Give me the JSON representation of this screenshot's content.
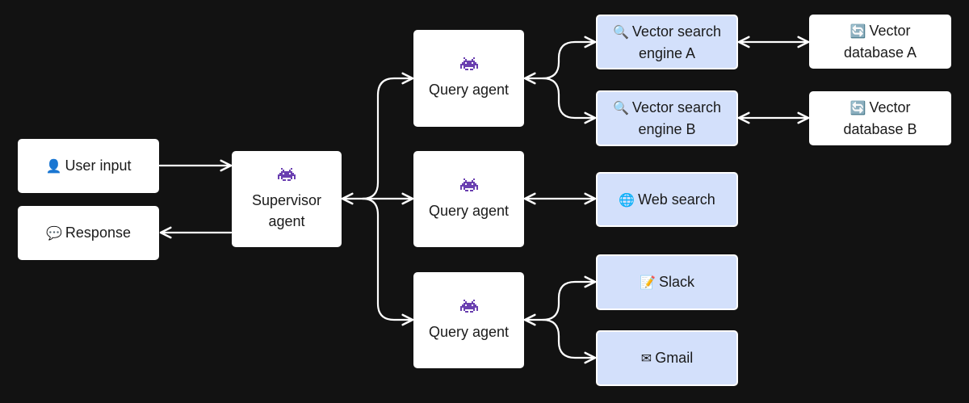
{
  "colors": {
    "background": "#121212",
    "node_white": "#ffffff",
    "node_blue": "#d3e0fb",
    "edge": "#ffffff",
    "agent_icon": "#6a3fb0"
  },
  "nodes": {
    "user_input": {
      "emoji": "👤",
      "label": "User input"
    },
    "response": {
      "emoji": "💬",
      "label": "Response"
    },
    "supervisor": {
      "icon": "space-invader-icon",
      "lines": [
        "Supervisor",
        "agent"
      ]
    },
    "query_agent_1": {
      "icon": "space-invader-icon",
      "label": "Query agent"
    },
    "query_agent_2": {
      "icon": "space-invader-icon",
      "label": "Query agent"
    },
    "query_agent_3": {
      "icon": "space-invader-icon",
      "label": "Query agent"
    },
    "vector_search_a": {
      "emoji": "🔍",
      "lines": [
        "Vector search",
        "engine A"
      ]
    },
    "vector_search_b": {
      "emoji": "🔍",
      "lines": [
        "Vector search",
        "engine B"
      ]
    },
    "vector_db_a": {
      "emoji": "🔄",
      "lines": [
        "Vector",
        "database A"
      ]
    },
    "vector_db_b": {
      "emoji": "🔄",
      "lines": [
        "Vector",
        "database B"
      ]
    },
    "web_search": {
      "emoji": "🌐",
      "label": "Web search"
    },
    "slack": {
      "emoji": "📝",
      "label": "Slack"
    },
    "gmail": {
      "emoji": "✉",
      "label": "Gmail"
    }
  }
}
